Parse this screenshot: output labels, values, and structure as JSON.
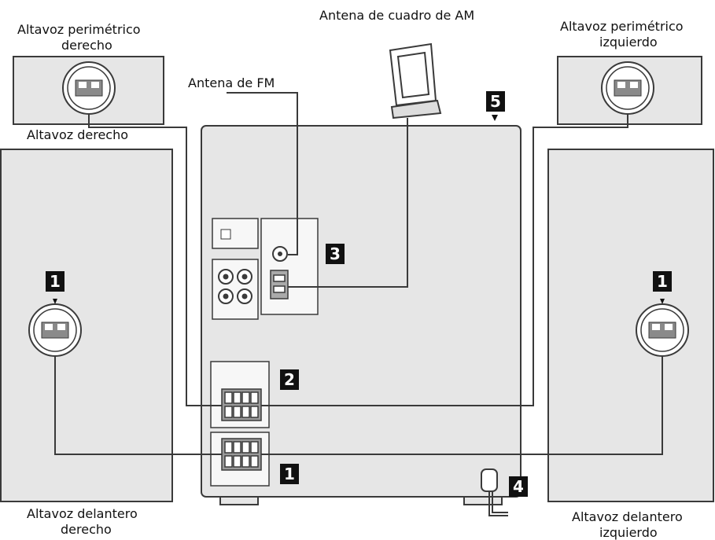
{
  "labels": {
    "am_antenna": "Antena de cuadro de AM",
    "fm_antenna": "Antena de FM",
    "surround_right_line1": "Altavoz perimétrico",
    "surround_right_line2": "derecho",
    "surround_left_line1": "Altavoz perimétrico",
    "surround_left_line2": "izquierdo",
    "right_speaker": "Altavoz derecho",
    "front_right_line1": "Altavoz delantero",
    "front_right_line2": "derecho",
    "front_left_line1": "Altavoz delantero",
    "front_left_line2": "izquierdo"
  },
  "badges": {
    "front_right": "1",
    "front_left": "1",
    "front_terminals": "1",
    "surround_terminals": "2",
    "antenna_terminals": "3",
    "power_cord": "4",
    "unit": "5"
  },
  "colors": {
    "panel_fill": "#e6e6e6",
    "line": "#3a3a3a",
    "badge_bg": "#111111",
    "badge_text": "#ffffff"
  }
}
